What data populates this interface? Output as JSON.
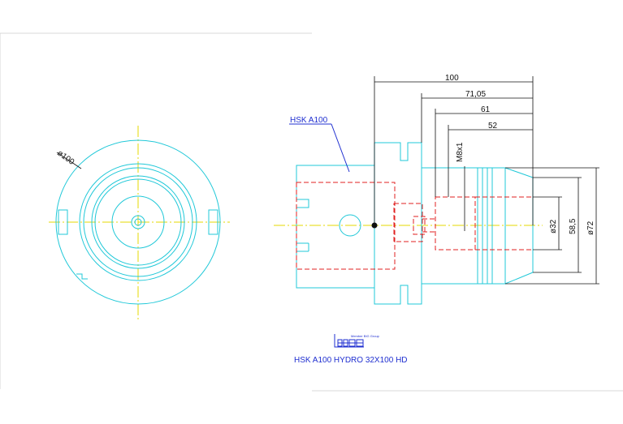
{
  "labels": {
    "hsk_callout": "HSK A100",
    "title": "HSK A100 HYDRO 32X100 HD",
    "logo_caption": "Member BIG Group",
    "dia_100": "ø100"
  },
  "dimensions": {
    "len_100": "100",
    "len_71_05": "71,05",
    "len_61": "61",
    "len_52": "52",
    "thread": "M8x1",
    "dia_32": "ø32",
    "dia_58_5": "58,5",
    "dia_72": "ø72"
  },
  "icons": {
    "logo": "company-logo"
  },
  "colors": {
    "outline": "#20c8d8",
    "centerline": "#e6d800",
    "hidden": "#e02020",
    "dimension": "#111111",
    "annotation": "#1f2fd0"
  }
}
